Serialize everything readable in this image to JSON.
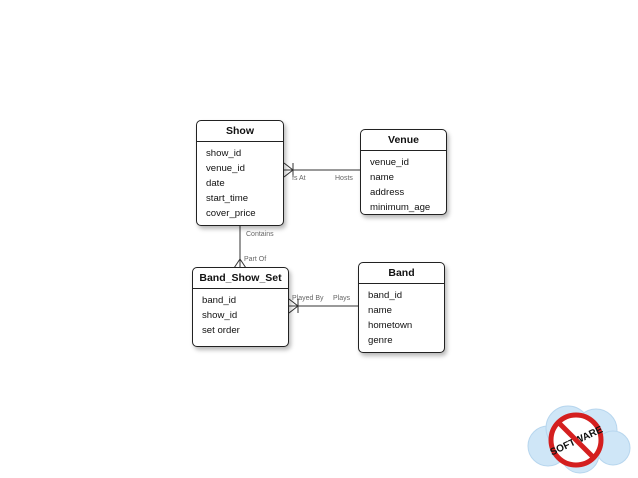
{
  "diagram": {
    "entities": {
      "show": {
        "title": "Show",
        "attributes": [
          "show_id",
          "venue_id",
          "date",
          "start_time",
          "cover_price"
        ]
      },
      "venue": {
        "title": "Venue",
        "attributes": [
          "venue_id",
          "name",
          "address",
          "minimum_age"
        ]
      },
      "band_show_set": {
        "title": "Band_Show_Set",
        "attributes": [
          "band_id",
          "show_id",
          "set order"
        ]
      },
      "band": {
        "title": "Band",
        "attributes": [
          "band_id",
          "name",
          "hometown",
          "genre"
        ]
      }
    },
    "relationships": {
      "show_venue": {
        "from_label": "Is At",
        "to_label": "Hosts"
      },
      "show_set": {
        "from_label": "Contains",
        "to_label": "Part Of"
      },
      "set_band": {
        "from_label": "Played By",
        "to_label": "Plays"
      }
    }
  },
  "logo": {
    "text": "SOFTWARE",
    "colors": {
      "cloud": "#cfe6f7",
      "ring": "#d41f1f"
    }
  }
}
